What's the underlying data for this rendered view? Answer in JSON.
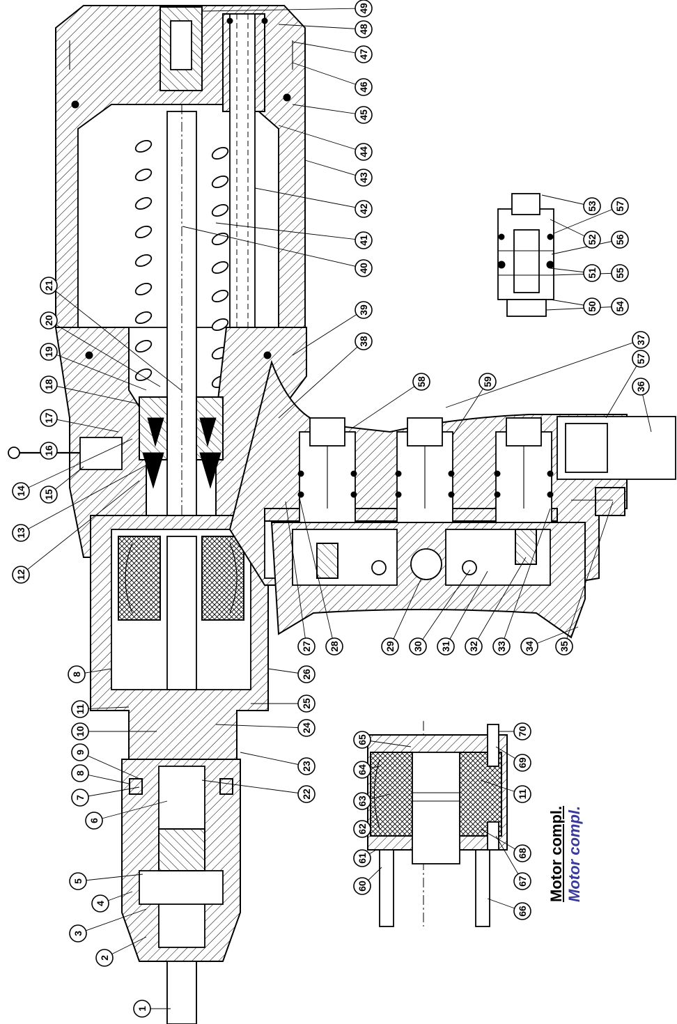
{
  "caption": {
    "title": "Motor compl.",
    "subtitle": "Motor compl.",
    "subtitle_color": "#3a3a9c"
  },
  "part_numbers": [
    "1",
    "2",
    "3",
    "4",
    "5",
    "6",
    "7",
    "8",
    "9",
    "10",
    "11",
    "12",
    "13",
    "14",
    "15",
    "16",
    "17",
    "18",
    "19",
    "20",
    "21",
    "22",
    "23",
    "24",
    "25",
    "26",
    "27",
    "28",
    "29",
    "30",
    "31",
    "32",
    "33",
    "34",
    "35",
    "36",
    "37",
    "38",
    "39",
    "40",
    "41",
    "42",
    "43",
    "44",
    "45",
    "46",
    "47",
    "48",
    "49",
    "50",
    "51",
    "52",
    "53",
    "54",
    "55",
    "56",
    "57",
    "58",
    "59",
    "60",
    "61",
    "62",
    "63",
    "64",
    "65",
    "66",
    "67",
    "68",
    "69",
    "70"
  ],
  "repeated_part_numbers": [
    "8",
    "11",
    "57"
  ]
}
